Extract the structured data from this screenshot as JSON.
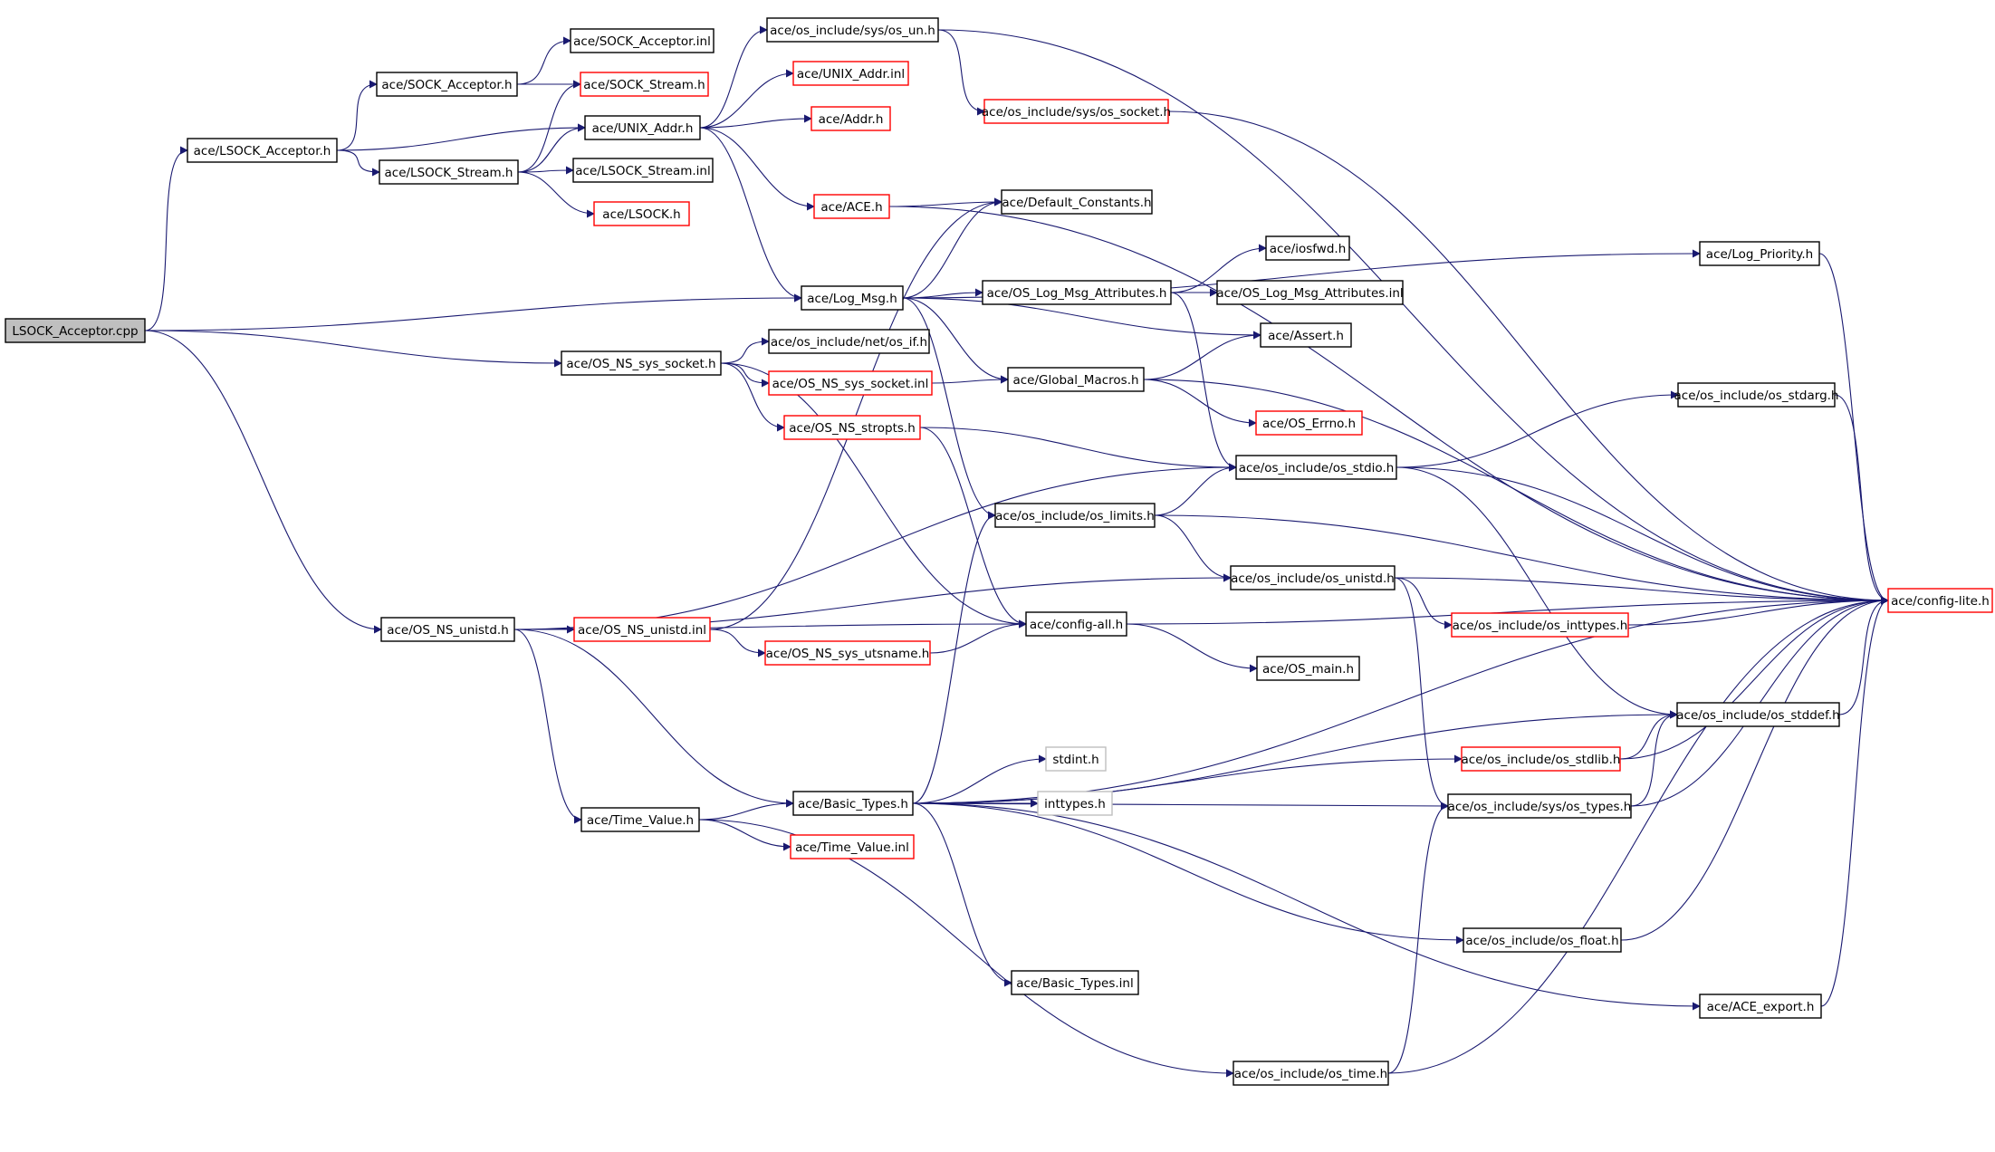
{
  "graph": {
    "nodes": [
      {
        "id": "n0",
        "label": "LSOCK_Acceptor.cpp",
        "border": "root"
      },
      {
        "id": "n1",
        "label": "ace/LSOCK_Acceptor.h",
        "border": "black"
      },
      {
        "id": "n2",
        "label": "ace/SOCK_Acceptor.h",
        "border": "black"
      },
      {
        "id": "n3",
        "label": "ace/SOCK_Acceptor.inl",
        "border": "black"
      },
      {
        "id": "n4",
        "label": "ace/SOCK_Stream.h",
        "border": "red"
      },
      {
        "id": "n5",
        "label": "ace/UNIX_Addr.h",
        "border": "black"
      },
      {
        "id": "n6",
        "label": "ace/LSOCK_Stream.h",
        "border": "black"
      },
      {
        "id": "n7",
        "label": "ace/LSOCK_Stream.inl",
        "border": "black"
      },
      {
        "id": "n8",
        "label": "ace/LSOCK.h",
        "border": "red"
      },
      {
        "id": "n9",
        "label": "ace/os_include/sys/os_un.h",
        "border": "black"
      },
      {
        "id": "n10",
        "label": "ace/UNIX_Addr.inl",
        "border": "red"
      },
      {
        "id": "n11",
        "label": "ace/Addr.h",
        "border": "red"
      },
      {
        "id": "n12",
        "label": "ace/ACE.h",
        "border": "red"
      },
      {
        "id": "n13",
        "label": "ace/os_include/sys/os_socket.h",
        "border": "red"
      },
      {
        "id": "n14",
        "label": "ace/Default_Constants.h",
        "border": "black"
      },
      {
        "id": "n15",
        "label": "ace/Log_Msg.h",
        "border": "black"
      },
      {
        "id": "n16",
        "label": "ace/OS_Log_Msg_Attributes.h",
        "border": "black"
      },
      {
        "id": "n17",
        "label": "ace/iosfwd.h",
        "border": "black"
      },
      {
        "id": "n18",
        "label": "ace/OS_Log_Msg_Attributes.inl",
        "border": "black"
      },
      {
        "id": "n19",
        "label": "ace/Log_Priority.h",
        "border": "black"
      },
      {
        "id": "n20",
        "label": "ace/Assert.h",
        "border": "black"
      },
      {
        "id": "n21",
        "label": "ace/OS_NS_sys_socket.h",
        "border": "black"
      },
      {
        "id": "n22",
        "label": "ace/os_include/net/os_if.h",
        "border": "black"
      },
      {
        "id": "n23",
        "label": "ace/OS_NS_sys_socket.inl",
        "border": "red"
      },
      {
        "id": "n24",
        "label": "ace/Global_Macros.h",
        "border": "black"
      },
      {
        "id": "n25",
        "label": "ace/OS_NS_stropts.h",
        "border": "red"
      },
      {
        "id": "n26",
        "label": "ace/OS_Errno.h",
        "border": "red"
      },
      {
        "id": "n27",
        "label": "ace/os_include/os_stdarg.h",
        "border": "black"
      },
      {
        "id": "n28",
        "label": "ace/os_include/os_stdio.h",
        "border": "black"
      },
      {
        "id": "n29",
        "label": "ace/os_include/os_limits.h",
        "border": "black"
      },
      {
        "id": "n30",
        "label": "ace/os_include/os_unistd.h",
        "border": "black"
      },
      {
        "id": "n31",
        "label": "ace/config-lite.h",
        "border": "red"
      },
      {
        "id": "n32",
        "label": "ace/OS_NS_unistd.h",
        "border": "black"
      },
      {
        "id": "n33",
        "label": "ace/OS_NS_unistd.inl",
        "border": "red"
      },
      {
        "id": "n34",
        "label": "ace/OS_NS_sys_utsname.h",
        "border": "red"
      },
      {
        "id": "n35",
        "label": "ace/config-all.h",
        "border": "black"
      },
      {
        "id": "n36",
        "label": "ace/os_include/os_inttypes.h",
        "border": "red"
      },
      {
        "id": "n37",
        "label": "ace/OS_main.h",
        "border": "black"
      },
      {
        "id": "n38",
        "label": "ace/os_include/os_stddef.h",
        "border": "black"
      },
      {
        "id": "n39",
        "label": "ace/os_include/os_stdlib.h",
        "border": "red"
      },
      {
        "id": "n40",
        "label": "stdint.h",
        "border": "gray"
      },
      {
        "id": "n41",
        "label": "inttypes.h",
        "border": "gray"
      },
      {
        "id": "n42",
        "label": "ace/Basic_Types.h",
        "border": "black"
      },
      {
        "id": "n43",
        "label": "ace/Time_Value.h",
        "border": "black"
      },
      {
        "id": "n44",
        "label": "ace/Time_Value.inl",
        "border": "red"
      },
      {
        "id": "n45",
        "label": "ace/os_include/sys/os_types.h",
        "border": "black"
      },
      {
        "id": "n46",
        "label": "ace/os_include/os_float.h",
        "border": "black"
      },
      {
        "id": "n47",
        "label": "ace/Basic_Types.inl",
        "border": "black"
      },
      {
        "id": "n48",
        "label": "ace/ACE_export.h",
        "border": "black"
      },
      {
        "id": "n49",
        "label": "ace/os_include/os_time.h",
        "border": "black"
      }
    ],
    "edges": [
      [
        "n0",
        "n1"
      ],
      [
        "n0",
        "n15"
      ],
      [
        "n0",
        "n21"
      ],
      [
        "n0",
        "n32"
      ],
      [
        "n1",
        "n2"
      ],
      [
        "n1",
        "n5"
      ],
      [
        "n1",
        "n6"
      ],
      [
        "n2",
        "n3"
      ],
      [
        "n2",
        "n4"
      ],
      [
        "n6",
        "n5"
      ],
      [
        "n6",
        "n7"
      ],
      [
        "n6",
        "n8"
      ],
      [
        "n6",
        "n4"
      ],
      [
        "n5",
        "n9"
      ],
      [
        "n5",
        "n10"
      ],
      [
        "n5",
        "n11"
      ],
      [
        "n5",
        "n12"
      ],
      [
        "n5",
        "n15"
      ],
      [
        "n9",
        "n13"
      ],
      [
        "n9",
        "n31"
      ],
      [
        "n13",
        "n31"
      ],
      [
        "n12",
        "n14"
      ],
      [
        "n12",
        "n31"
      ],
      [
        "n15",
        "n14"
      ],
      [
        "n15",
        "n16"
      ],
      [
        "n15",
        "n19"
      ],
      [
        "n15",
        "n20"
      ],
      [
        "n15",
        "n24"
      ],
      [
        "n15",
        "n29"
      ],
      [
        "n16",
        "n17"
      ],
      [
        "n16",
        "n18"
      ],
      [
        "n16",
        "n28"
      ],
      [
        "n19",
        "n31"
      ],
      [
        "n21",
        "n22"
      ],
      [
        "n21",
        "n23"
      ],
      [
        "n21",
        "n25"
      ],
      [
        "n21",
        "n35"
      ],
      [
        "n23",
        "n24"
      ],
      [
        "n24",
        "n20"
      ],
      [
        "n24",
        "n26"
      ],
      [
        "n24",
        "n31"
      ],
      [
        "n25",
        "n28"
      ],
      [
        "n25",
        "n35"
      ],
      [
        "n28",
        "n27"
      ],
      [
        "n28",
        "n31"
      ],
      [
        "n28",
        "n38"
      ],
      [
        "n27",
        "n31"
      ],
      [
        "n29",
        "n28"
      ],
      [
        "n29",
        "n30"
      ],
      [
        "n29",
        "n31"
      ],
      [
        "n30",
        "n31"
      ],
      [
        "n30",
        "n36"
      ],
      [
        "n30",
        "n45"
      ],
      [
        "n36",
        "n31"
      ],
      [
        "n32",
        "n28"
      ],
      [
        "n32",
        "n30"
      ],
      [
        "n32",
        "n33"
      ],
      [
        "n32",
        "n35"
      ],
      [
        "n32",
        "n42"
      ],
      [
        "n32",
        "n43"
      ],
      [
        "n33",
        "n34"
      ],
      [
        "n33",
        "n14"
      ],
      [
        "n34",
        "n35"
      ],
      [
        "n35",
        "n37"
      ],
      [
        "n35",
        "n31"
      ],
      [
        "n42",
        "n29"
      ],
      [
        "n42",
        "n38"
      ],
      [
        "n42",
        "n39"
      ],
      [
        "n42",
        "n40"
      ],
      [
        "n42",
        "n41"
      ],
      [
        "n42",
        "n45"
      ],
      [
        "n42",
        "n31"
      ],
      [
        "n42",
        "n46"
      ],
      [
        "n42",
        "n47"
      ],
      [
        "n42",
        "n48"
      ],
      [
        "n39",
        "n38"
      ],
      [
        "n39",
        "n31"
      ],
      [
        "n45",
        "n38"
      ],
      [
        "n45",
        "n31"
      ],
      [
        "n38",
        "n31"
      ],
      [
        "n46",
        "n31"
      ],
      [
        "n48",
        "n31"
      ],
      [
        "n43",
        "n42"
      ],
      [
        "n43",
        "n44"
      ],
      [
        "n43",
        "n49"
      ],
      [
        "n49",
        "n45"
      ],
      [
        "n49",
        "n31"
      ]
    ]
  },
  "colors": {
    "edge": "#191970",
    "node_black": "#000000",
    "node_red": "#ff0000",
    "node_gray": "#bfbfbf",
    "root_fill": "#bfbfbf"
  }
}
